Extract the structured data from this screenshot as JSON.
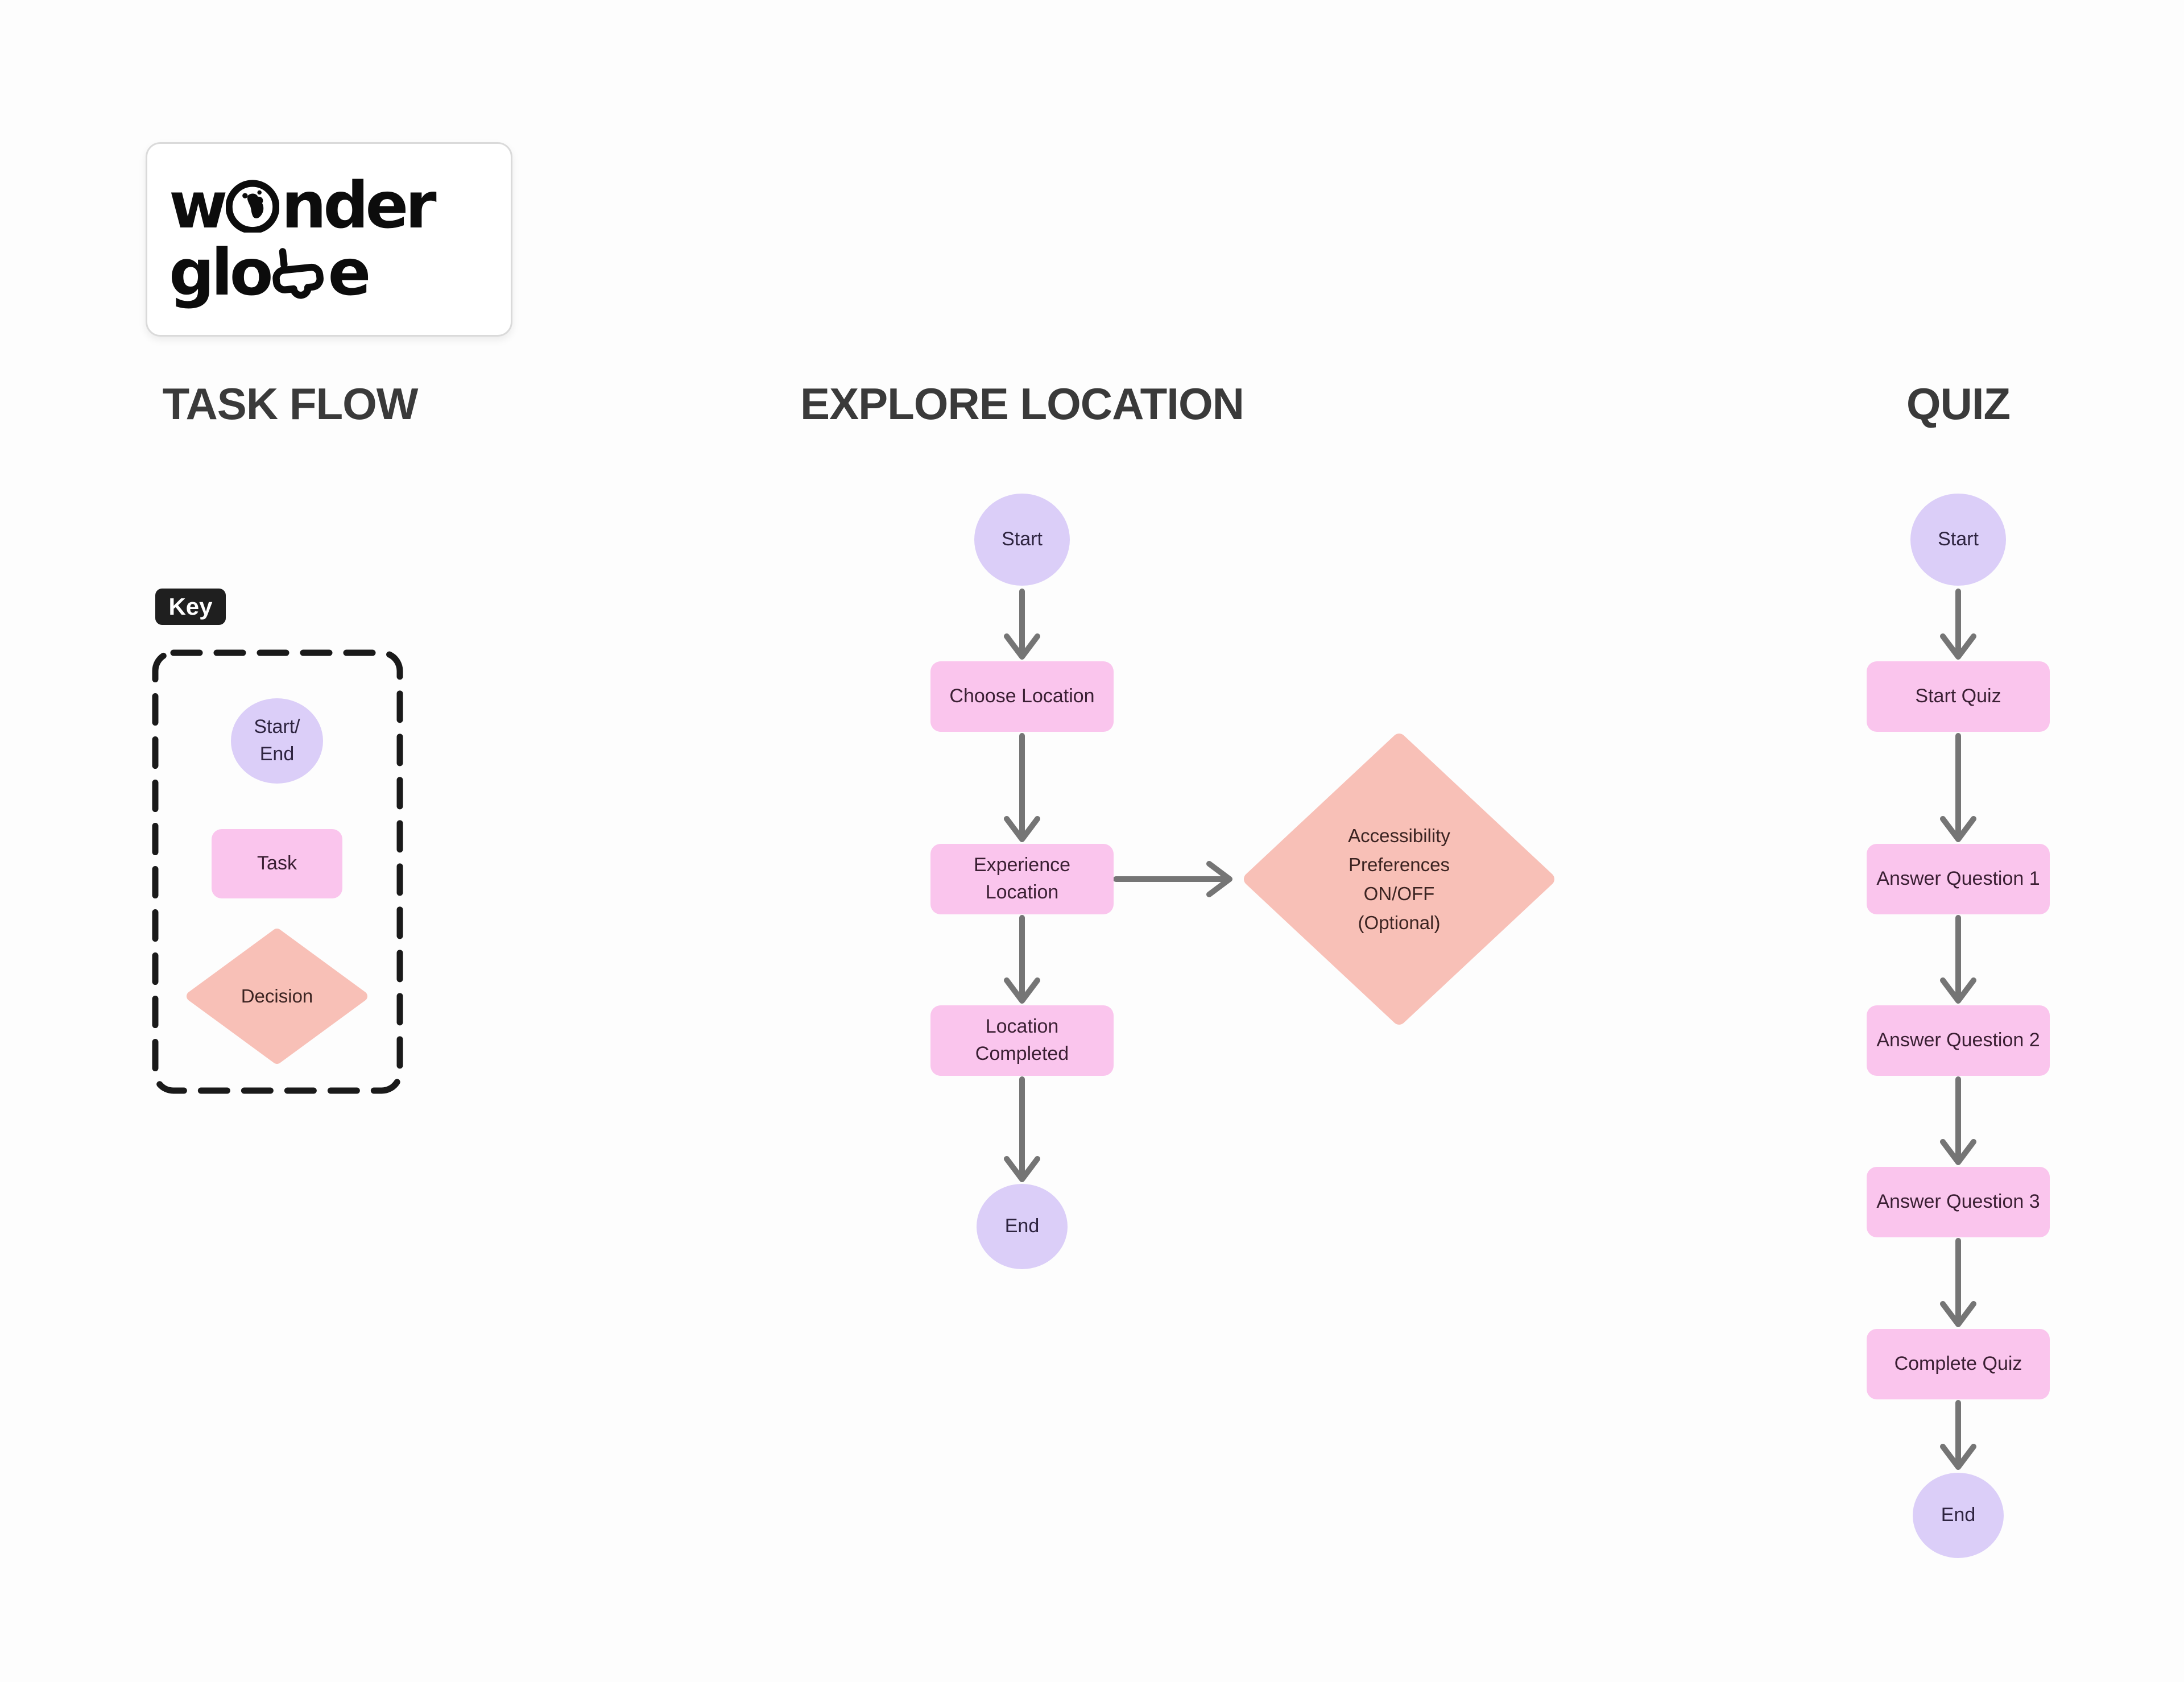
{
  "logo": {
    "line1_pre": "w",
    "line1_post": "nder",
    "line2_pre": "glo",
    "line2_post": "e"
  },
  "headings": {
    "task_flow": "TASK FLOW",
    "explore": "EXPLORE LOCATION",
    "quiz": "QUIZ"
  },
  "key": {
    "label": "Key",
    "start_end": "Start/\nEnd",
    "task": "Task",
    "decision": "Decision"
  },
  "explore_flow": {
    "start": "Start",
    "choose": "Choose Location",
    "experience": "Experience\nLocation",
    "decision": "Accessibility\nPreferences\nON/OFF\n(Optional)",
    "completed": "Location\nCompleted",
    "end": "End"
  },
  "quiz_flow": {
    "start": "Start",
    "start_quiz": "Start Quiz",
    "q1": "Answer Question 1",
    "q2": "Answer Question 2",
    "q3": "Answer Question 3",
    "complete": "Complete Quiz",
    "end": "End"
  },
  "colors": {
    "canvas_bg": "#FDFDFD",
    "lavender": "#DBCEF8",
    "pink": "#FAC5ED",
    "salmon": "#F8C0B7",
    "arrow": "#757575",
    "heading_text": "#3A3A3A",
    "node_text": "#3A1F33",
    "key_chip_bg": "#1F1F1F",
    "key_chip_text": "#FFFFFF",
    "dashed_border": "#1A1A1A",
    "logo_text": "#0C0C0C",
    "logo_card_border": "#DADADA"
  }
}
